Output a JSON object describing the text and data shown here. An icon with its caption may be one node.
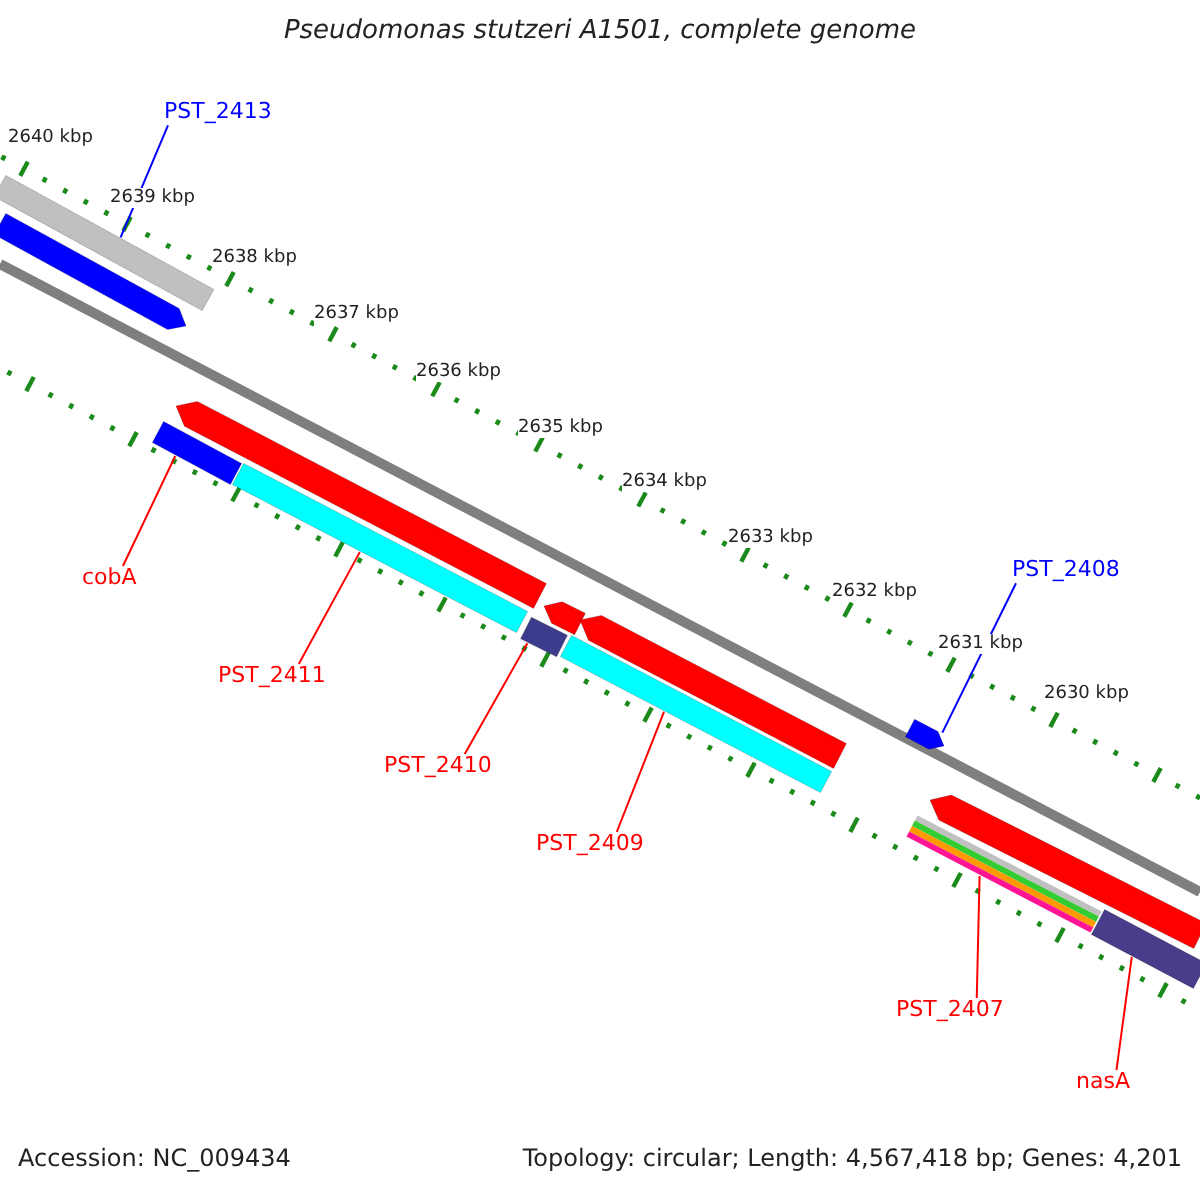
{
  "diagram": {
    "title": "Pseudomonas stutzeri A1501, complete genome",
    "nodes": [
      {
        "text": [
          "PST_2413"
        ]
      },
      {
        "text": [
          "cobA"
        ]
      },
      {
        "text": [
          "PST_2411"
        ]
      },
      {
        "text": [
          "PST_2410"
        ]
      },
      {
        "text": [
          "PST_2409"
        ]
      },
      {
        "text": [
          "PST_2408"
        ]
      },
      {
        "text": [
          "PST_2407"
        ]
      },
      {
        "text": [
          "nasA"
        ]
      },
      {
        "text": [],
        "shape": "bar"
      },
      {
        "text": [],
        "shape": "bar"
      },
      {
        "text": [],
        "shape": "bar"
      },
      {
        "text": [],
        "shape": "bar"
      },
      {
        "text": [],
        "shape": "bar"
      },
      {
        "text": [],
        "shape": "bar"
      },
      {
        "text": [],
        "shape": "bar"
      },
      {
        "text": [],
        "shape": "bar"
      }
    ],
    "edges": [
      {
        "from": 0,
        "to": 8,
        "arrow": "none",
        "color": "#0000ff"
      },
      {
        "from": 1,
        "to": 9,
        "arrow": "none"
      },
      {
        "from": 2,
        "to": 10,
        "arrow": "none"
      },
      {
        "from": 3,
        "to": 11,
        "arrow": "none"
      },
      {
        "from": 4,
        "to": 12,
        "arrow": "none"
      },
      {
        "from": 5,
        "to": 13,
        "arrow": "none",
        "color": "#0000ff"
      },
      {
        "from": 6,
        "to": 14,
        "arrow": "none"
      },
      {
        "from": 7,
        "to": 15,
        "arrow": "none"
      }
    ],
    "labels": [
      "2640 kbp",
      "2639 kbp",
      "2638 kbp",
      "2637 kbp",
      "2636 kbp",
      "2635 kbp",
      "2634 kbp",
      "2633 kbp",
      "2632 kbp",
      "2631 kbp",
      "2630 kbp",
      "Accession: NC_009434",
      "Topology: circular; Length: 4,567,418 bp; Genes: 4,201"
    ]
  }
}
